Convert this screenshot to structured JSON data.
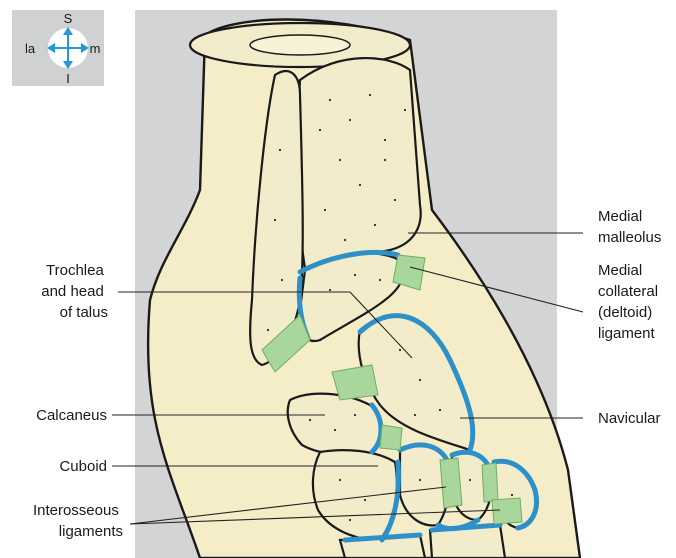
{
  "orientation": {
    "superior": "S",
    "inferior": "I",
    "lateral": "la",
    "medial": "m",
    "colors": {
      "box": "#d0d1d3",
      "arrow": "#1e9ad6"
    }
  },
  "labels": {
    "medial_malleolus": [
      "Medial",
      "malleolus"
    ],
    "medial_collateral": [
      "Medial",
      "collateral",
      "(deltoid)",
      "ligament"
    ],
    "navicular": [
      "Navicular"
    ],
    "trochlea_talus": [
      "Trochlea",
      "and head",
      "of talus"
    ],
    "calcaneus": [
      "Calcaneus"
    ],
    "cuboid": [
      "Cuboid"
    ],
    "interosseous": [
      "Interosseous",
      "ligaments"
    ]
  },
  "colors": {
    "background_panel": "#d3d4d6",
    "bone": "#f3eccb",
    "cartilage": "#2e90c9",
    "ligament": "#a9d69a",
    "outline": "#1a1a1a"
  }
}
